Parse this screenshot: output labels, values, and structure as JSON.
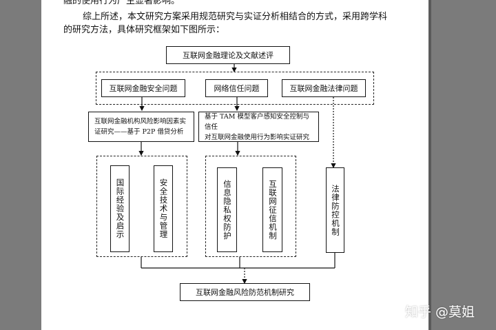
{
  "paragraphs": {
    "line1": "融的使用行为产生显著影响。",
    "line2": "综上所述，本文研究方案采用规范研究与实证分析相结合的方式，采用跨学科",
    "line3": "的研究方法，具体研究框架如下图所示："
  },
  "diagram": {
    "top": "互联网金融理论及文献述评",
    "row2": [
      "互联网金融安全问题",
      "网络信任问题",
      "互联网金融法律问题"
    ],
    "study1": [
      "互联网金融机构风险影响因素实",
      "证研究——基于 P2P 借贷分析"
    ],
    "study2": [
      "基于 TAM 模型客户感知安全控制与信任",
      "对互联网金融使用行为影响实证研究"
    ],
    "v1": "国际经验及启示",
    "v2": "安全技术与管理",
    "v3": "信息隐私权防护",
    "v4": "互联网征信机制",
    "v5": "法律防控机制",
    "bottom": "互联网金融风险防范机制研究"
  },
  "watermark": "知乎 @莫姐"
}
